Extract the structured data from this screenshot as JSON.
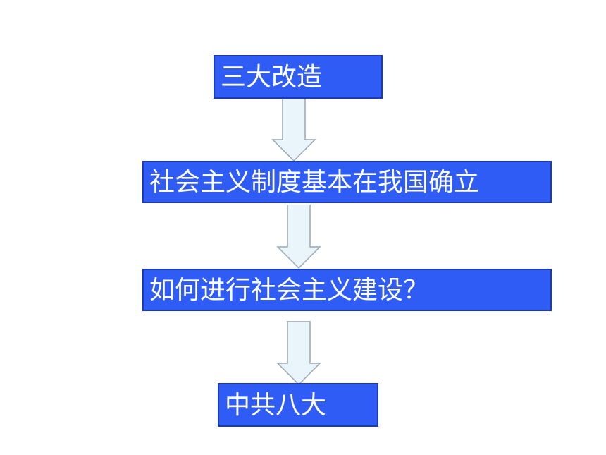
{
  "flow": {
    "steps": [
      {
        "label": "三大改造"
      },
      {
        "label": "社会主义制度基本在我国确立"
      },
      {
        "label": "如何进行社会主义建设？"
      },
      {
        "label": "中共八大"
      }
    ]
  },
  "colors": {
    "box_fill": "#2e5cf5",
    "box_border": "#1a3ab8",
    "box_text": "#ffffff",
    "arrow_fill": "#eaf4fb",
    "arrow_stroke": "#9aa6b1"
  }
}
